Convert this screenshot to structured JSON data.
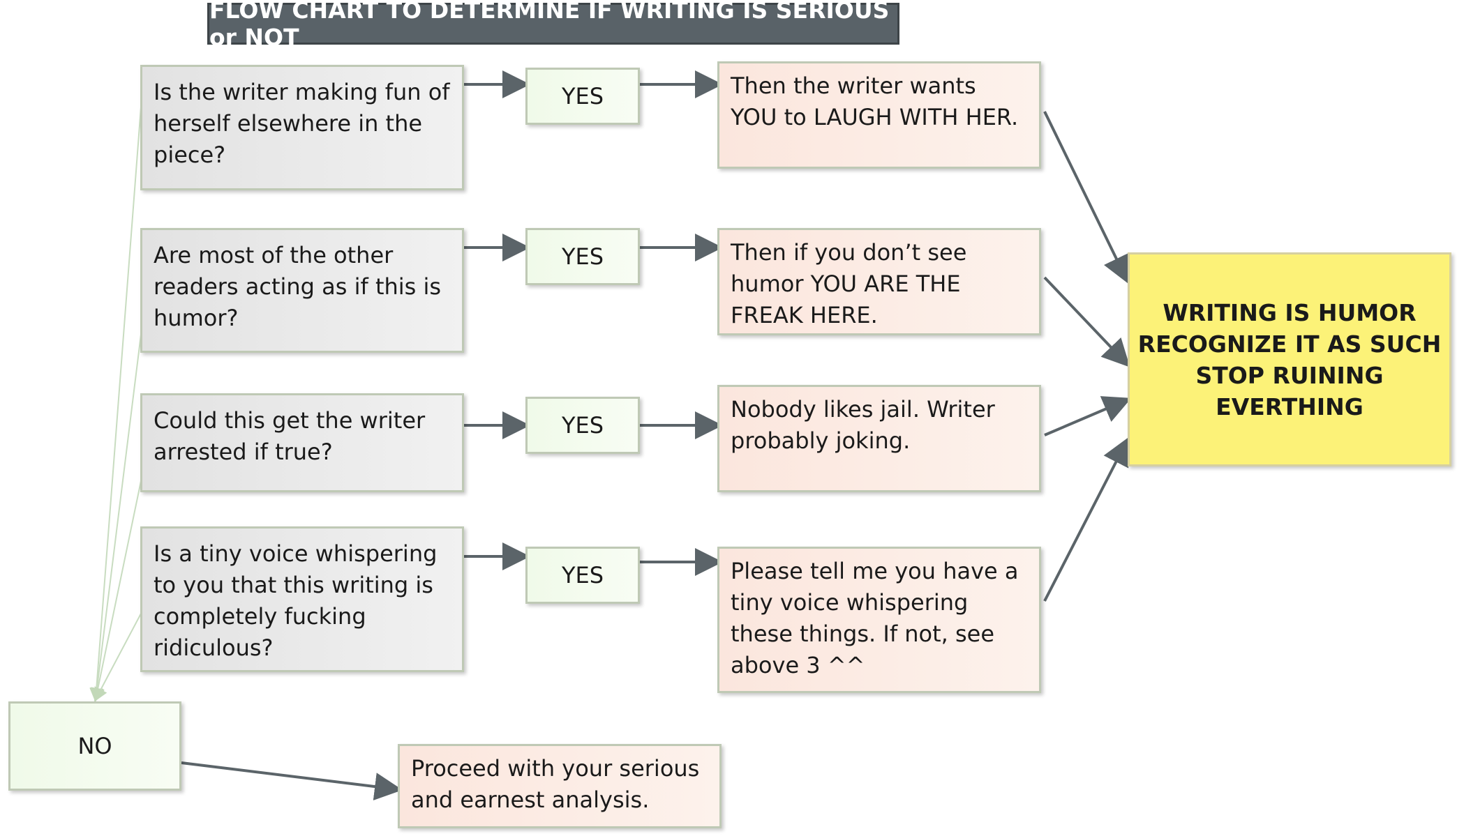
{
  "title": "FLOW CHART TO DETERMINE IF WRITING IS SERIOUS or NOT",
  "questions": [
    "Is the writer making fun of herself elsewhere in the piece?",
    "Are most of the other readers acting as if this is humor?",
    "Could this get the writer arrested if true?",
    "Is a tiny voice whispering to you that this writing is completely fucking ridiculous?"
  ],
  "yes_label": "YES",
  "results": [
    "Then the writer wants YOU to LAUGH WITH HER.",
    "Then if you don’t see humor YOU ARE THE FREAK HERE.",
    "Nobody likes jail. Writer probably joking.",
    "Please tell me you have a tiny voice whispering these things. If not, see above 3 ^^"
  ],
  "conclusion": {
    "line1": "WRITING IS HUMOR",
    "line2": "RECOGNIZE IT AS SUCH",
    "line3": "STOP RUINING EVERTHING"
  },
  "no_label": "NO",
  "no_result": "Proceed with your serious and earnest analysis.",
  "colors": {
    "arrow": "#5b6469",
    "no_arrow": "#c8dcc0",
    "conclusion_fill": "#fcf278"
  }
}
